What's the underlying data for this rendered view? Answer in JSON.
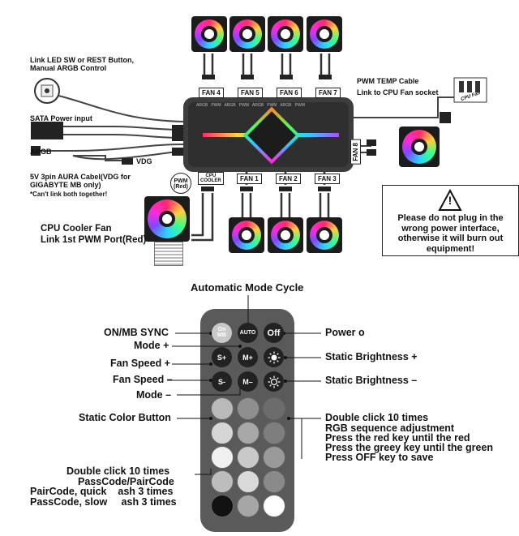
{
  "top": {
    "link_led": "Link LED SW or REST Button,",
    "link_led2": "Manual ARGB Control",
    "sata": "SATA Power input",
    "argb": "ARGB",
    "vdg": "VDG",
    "aura1": "5V 3pin AURA Cabel(VDG for",
    "aura2": "GIGABYTE MB only)",
    "cant_link": "*Can't link both together!",
    "pwm_temp": "PWM TEMP Cable",
    "cpu_socket": "Link to CPU Fan socket",
    "cpu_fan_label": "CPU Fan",
    "pwm_red1": "PWM",
    "pwm_red2": "(Red)",
    "cpu_cooler1": "CPU",
    "cpu_cooler2": "COOLER",
    "cpu_cooler_fan1": "CPU Cooler Fan",
    "cpu_cooler_fan2": "Link 1st PWM Port(Red)",
    "fan_tags": {
      "fan1": "FAN 1",
      "fan2": "FAN 2",
      "fan3": "FAN 3",
      "fan4": "FAN 4",
      "fan5": "FAN 5",
      "fan6": "FAN 6",
      "fan7": "FAN 7",
      "fan8": "FAN 8"
    },
    "warning": "Please do not plug in the\nwrong power interface,\notherwise it will burn out\nequipment!",
    "warning_symbol": "!"
  },
  "remote": {
    "title": "Automatic Mode Cycle",
    "left_labels": {
      "on_mb": "ON/MB SYNC",
      "mode_plus": "Mode +",
      "fan_speed_plus": "Fan Speed +",
      "fan_speed_minus": "Fan Speed –",
      "mode_minus": "Mode –",
      "static_color": "Static Color Button",
      "dbl1": "Double click 10 times",
      "dbl2": "PassCode/PairCode",
      "dbl3": "PairCode, quick    ash 3 times",
      "dbl4": "PassCode, slow     ash 3 times"
    },
    "right_labels": {
      "power": "Power o",
      "bright_plus": "Static Brightness +",
      "bright_minus": "Static Brightness –",
      "r1": "Double click 10 times",
      "r2": "RGB sequence adjustment",
      "r3": "Press the red key until the red",
      "r4": "Press the greey key until the green",
      "r5": "Press OFF key to save"
    },
    "keys": {
      "on_mb1": "On",
      "on_mb2": "MB",
      "auto": "AUTO",
      "off": "Off",
      "s_plus": "S+",
      "m_plus": "M+",
      "s_minus": "S-",
      "m_minus": "M–"
    },
    "swatch_colors": [
      "#b9b9b9",
      "#8f8f8f",
      "#6c6c6c",
      "#d6d6d6",
      "#a8a8a8",
      "#7e7e7e",
      "#f0f0f0",
      "#c9c9c9",
      "#9a9a9a",
      "#bdbdbd",
      "#dadada",
      "#8a8a8a",
      "#121212",
      "#a6a6a6",
      "#ffffff"
    ]
  }
}
